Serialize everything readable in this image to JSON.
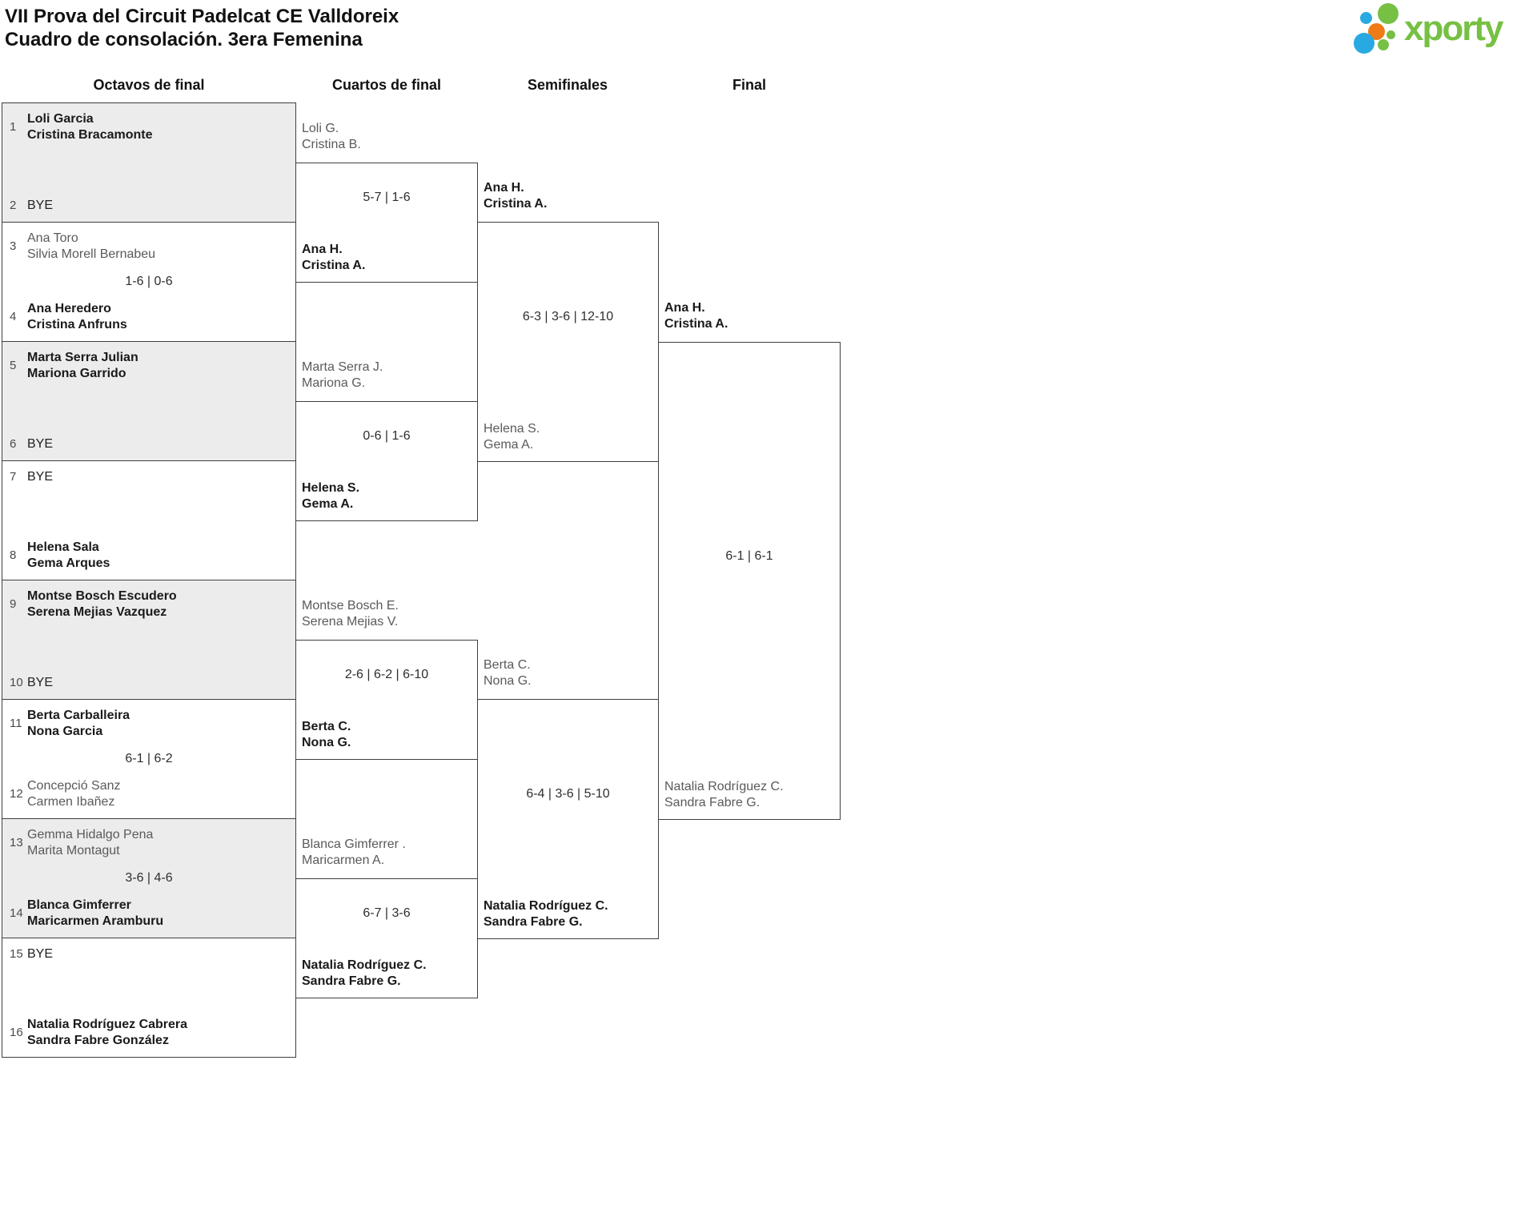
{
  "title": {
    "line1": "VII Prova del Circuit Padelcat CE Valldoreix",
    "line2": "Cuadro de consolación. 3era Femenina"
  },
  "brand": {
    "name": "xporty",
    "colors": {
      "green": "#76C043",
      "blue": "#29A9E1",
      "orange": "#EE7B18"
    }
  },
  "headers": {
    "octavos": "Octavos de final",
    "cuartos": "Cuartos de final",
    "semifinales": "Semifinales",
    "final": "Final"
  },
  "octavos": {
    "entries": [
      {
        "seed": "1",
        "name1": "Loli Garcia",
        "name2": "Cristina Bracamonte"
      },
      {
        "seed": "2",
        "name1": "BYE",
        "name2": ""
      },
      {
        "seed": "3",
        "name1": "Ana Toro",
        "name2": "Silvia Morell Bernabeu"
      },
      {
        "seed": "4",
        "name1": "Ana Heredero",
        "name2": "Cristina Anfruns"
      },
      {
        "seed": "5",
        "name1": "Marta Serra Julian",
        "name2": "Mariona Garrido"
      },
      {
        "seed": "6",
        "name1": "BYE",
        "name2": ""
      },
      {
        "seed": "7",
        "name1": "BYE",
        "name2": ""
      },
      {
        "seed": "8",
        "name1": "Helena Sala",
        "name2": "Gema Arques"
      },
      {
        "seed": "9",
        "name1": "Montse Bosch Escudero",
        "name2": "Serena Mejias Vazquez"
      },
      {
        "seed": "10",
        "name1": "BYE",
        "name2": ""
      },
      {
        "seed": "11",
        "name1": "Berta Carballeira",
        "name2": "Nona Garcia"
      },
      {
        "seed": "12",
        "name1": "Concepció Sanz",
        "name2": "Carmen Ibañez"
      },
      {
        "seed": "13",
        "name1": "Gemma Hidalgo Pena",
        "name2": "Marita Montagut"
      },
      {
        "seed": "14",
        "name1": "Blanca Gimferrer",
        "name2": "Maricarmen Aramburu"
      },
      {
        "seed": "15",
        "name1": "BYE",
        "name2": ""
      },
      {
        "seed": "16",
        "name1": "Natalia Rodríguez Cabrera",
        "name2": "Sandra Fabre González"
      }
    ],
    "scores": [
      "",
      "1-6 | 0-6",
      "",
      "",
      "",
      "6-1 | 6-2",
      "3-6 | 4-6",
      ""
    ]
  },
  "cuartos": {
    "matches": [
      {
        "top1": "Loli G.",
        "top2": "Cristina B.",
        "score": "5-7 | 1-6",
        "bot1": "Ana H.",
        "bot2": "Cristina A."
      },
      {
        "top1": "Marta Serra J.",
        "top2": "Mariona G.",
        "score": "0-6 | 1-6",
        "bot1": "Helena S.",
        "bot2": "Gema A."
      },
      {
        "top1": "Montse Bosch E.",
        "top2": "Serena Mejias V.",
        "score": "2-6 | 6-2 | 6-10",
        "bot1": "Berta C.",
        "bot2": "Nona G."
      },
      {
        "top1": "Blanca Gimferrer .",
        "top2": "Maricarmen A.",
        "score": "6-7 | 3-6",
        "bot1": "Natalia Rodríguez C.",
        "bot2": "Sandra Fabre G."
      }
    ]
  },
  "semifinales": {
    "matches": [
      {
        "top1": "Ana H.",
        "top2": "Cristina A.",
        "score": "6-3 | 3-6 | 12-10",
        "bot1": "Helena S.",
        "bot2": "Gema A."
      },
      {
        "top1": "Berta C.",
        "top2": "Nona G.",
        "score": "6-4 | 3-6 | 5-10",
        "bot1": "Natalia Rodríguez C.",
        "bot2": "Sandra Fabre G."
      }
    ]
  },
  "final": {
    "top1": "Ana H.",
    "top2": "Cristina A.",
    "score": "6-1 | 6-1",
    "bot1": "Natalia Rodríguez C.",
    "bot2": "Sandra Fabre G."
  }
}
